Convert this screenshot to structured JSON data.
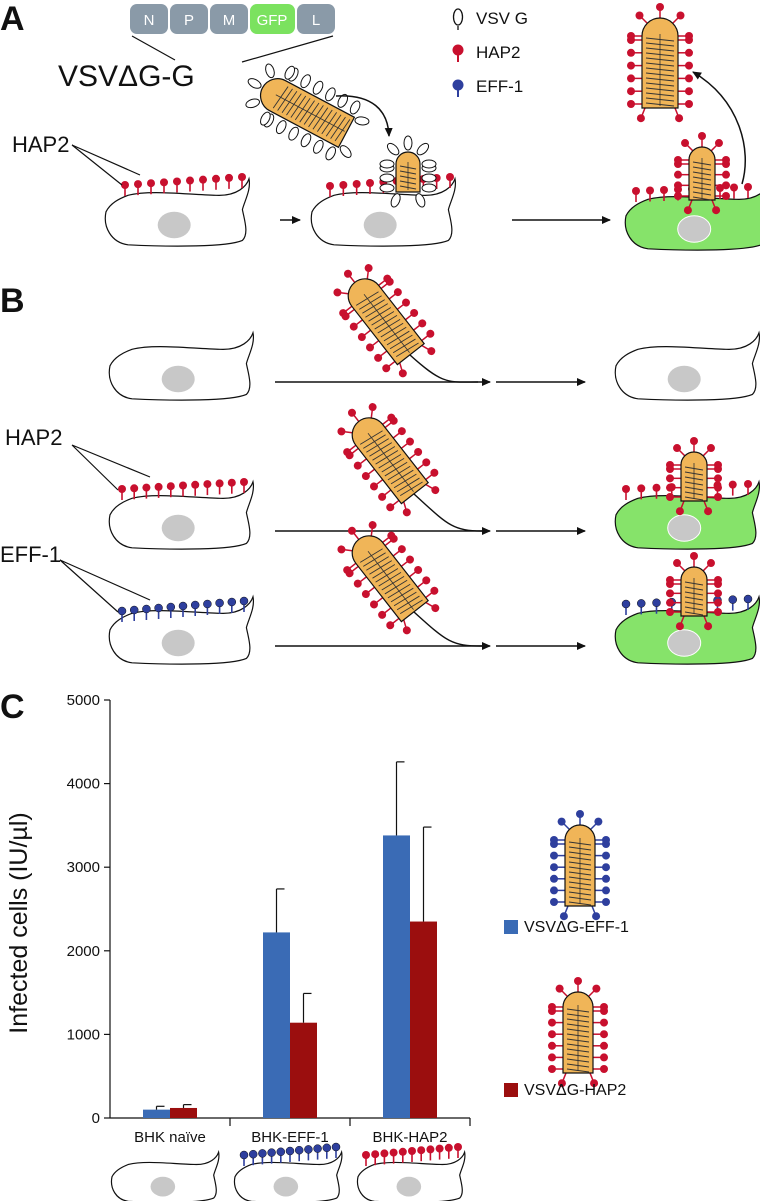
{
  "panels": [
    "A",
    "B",
    "C"
  ],
  "genome": {
    "segments": [
      "N",
      "P",
      "M",
      "GFP",
      "L"
    ],
    "label": "VSVΔG-G"
  },
  "legend_a": {
    "vsvg": "VSV G",
    "hap2": "HAP2",
    "eff1": "EFF-1"
  },
  "labels": {
    "hap2_a": "HAP2",
    "hap2_b": "HAP2",
    "eff1_b": "EFF-1"
  },
  "colors": {
    "hap2": "#c8102e",
    "eff1": "#2e3f9e",
    "virus": "#f0b558",
    "infected": "#86e36a",
    "nucleus": "#c8c8c8",
    "genome_box": "#8a9aa8",
    "gfp": "#7be25f",
    "bar_blue": "#3a6bb5",
    "bar_red": "#9b0e0e"
  },
  "chart_data": {
    "type": "bar",
    "categories": [
      "BHK naïve",
      "BHK-EFF-1",
      "BHK-HAP2"
    ],
    "series": [
      {
        "name": "VSVΔG-EFF-1",
        "values": [
          100,
          2220,
          3380
        ],
        "errors": [
          40,
          520,
          880
        ]
      },
      {
        "name": "VSVΔG-HAP2",
        "values": [
          120,
          1140,
          2350
        ],
        "errors": [
          40,
          350,
          1130
        ]
      }
    ],
    "ylabel": "Infected cells (IU/µl)",
    "ylim": [
      0,
      5000
    ],
    "yticks": [
      0,
      1000,
      2000,
      3000,
      4000,
      5000
    ]
  }
}
